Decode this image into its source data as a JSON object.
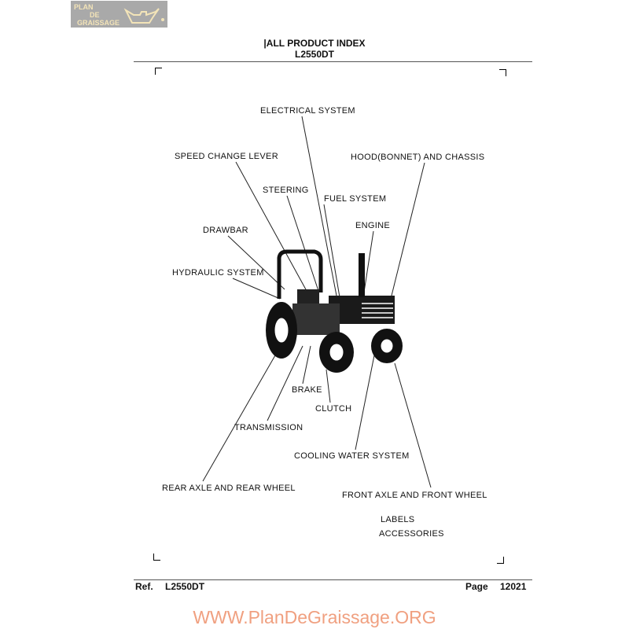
{
  "logo": {
    "line1": "PLAN",
    "line2": "DE",
    "line3": "GRAISSAGE"
  },
  "header": {
    "title": "|ALL PRODUCT INDEX",
    "model": "L2550DT"
  },
  "labels": {
    "electrical": "ELECTRICAL SYSTEM",
    "speed_change": "SPEED CHANGE LEVER",
    "hood": "HOOD(BONNET) AND CHASSIS",
    "steering": "STEERING",
    "fuel": "FUEL SYSTEM",
    "drawbar": "DRAWBAR",
    "engine": "ENGINE",
    "hydraulic": "HYDRAULIC SYSTEM",
    "brake": "BRAKE",
    "clutch": "CLUTCH",
    "transmission": "TRANSMISSION",
    "cooling": "COOLING WATER SYSTEM",
    "rear_axle": "REAR AXLE AND REAR WHEEL",
    "front_axle": "FRONT AXLE AND FRONT WHEEL",
    "labels": "LABELS",
    "accessories": "ACCESSORIES"
  },
  "footer": {
    "ref_label": "Ref.",
    "ref_value": "L2550DT",
    "page_label": "Page",
    "page_value": "12021"
  },
  "watermark": "WWW.PlanDeGraissage.ORG"
}
